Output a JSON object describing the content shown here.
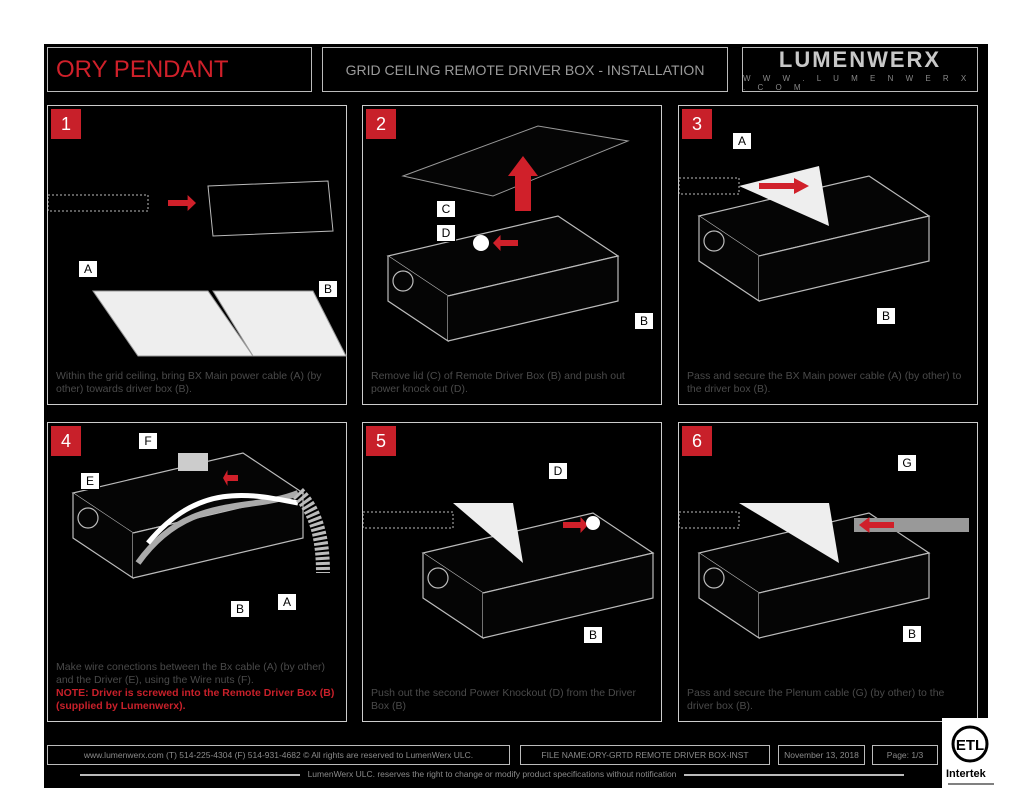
{
  "header": {
    "title": "ORY PENDANT",
    "subtitle": "GRID CEILING REMOTE DRIVER BOX - INSTALLATION",
    "logo_text": "LUMENWERX",
    "logo_url": "W W W . L U M E N W E R X . C O M"
  },
  "steps": [
    {
      "number": "1",
      "labels": [
        "A",
        "B"
      ],
      "caption": "Within the grid ceiling, bring BX Main power cable (A) (by other) towards driver box (B)."
    },
    {
      "number": "2",
      "labels": [
        "C",
        "D",
        "B"
      ],
      "caption": "Remove lid (C) of Remote Driver Box (B) and push out power knock out (D)."
    },
    {
      "number": "3",
      "labels": [
        "A",
        "B"
      ],
      "caption": "Pass and secure the BX Main power cable (A) (by other) to the driver box (B)."
    },
    {
      "number": "4",
      "labels": [
        "F",
        "E",
        "B",
        "A"
      ],
      "caption": "Make wire conections between the Bx cable (A) (by other) and the Driver (E), using the Wire nuts (F).",
      "note": "NOTE: Driver is screwed into the Remote Driver Box (B) (supplied by Lumenwerx)."
    },
    {
      "number": "5",
      "labels": [
        "D",
        "B"
      ],
      "caption": "Push out the second Power Knockout (D)  from the Driver Box (B)"
    },
    {
      "number": "6",
      "labels": [
        "G",
        "B"
      ],
      "caption": "Pass and secure the Plenum cable (G) (by other) to the driver box (B)."
    }
  ],
  "footer": {
    "contact": "www.lumenwerx.com (T) 514-225-4304 (F) 514-931-4682 © All rights are reserved to LumenWerx ULC.",
    "file_name": "FILE NAME:ORY-GRTD REMOTE DRIVER BOX-INST",
    "date": "November 13, 2018",
    "page": "Page: 1/3",
    "disclaimer": "LumenWerx ULC. reserves the right to change or modify product specifications without notification",
    "cert": "Intertek",
    "cert_mark": "ETL"
  },
  "colors": {
    "accent": "#c8202a"
  }
}
